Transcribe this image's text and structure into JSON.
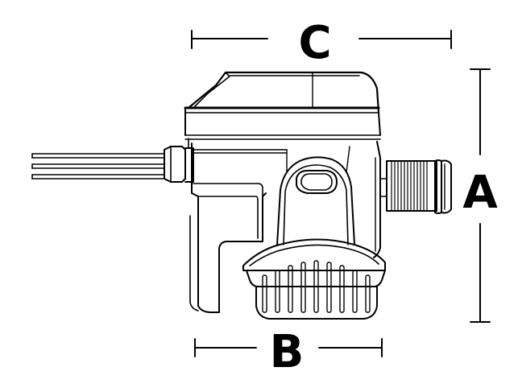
{
  "labels": {
    "dim_a": "A",
    "dim_b": "B",
    "dim_c": "C"
  },
  "colors": {
    "line": "#000000",
    "background": "#ffffff"
  }
}
